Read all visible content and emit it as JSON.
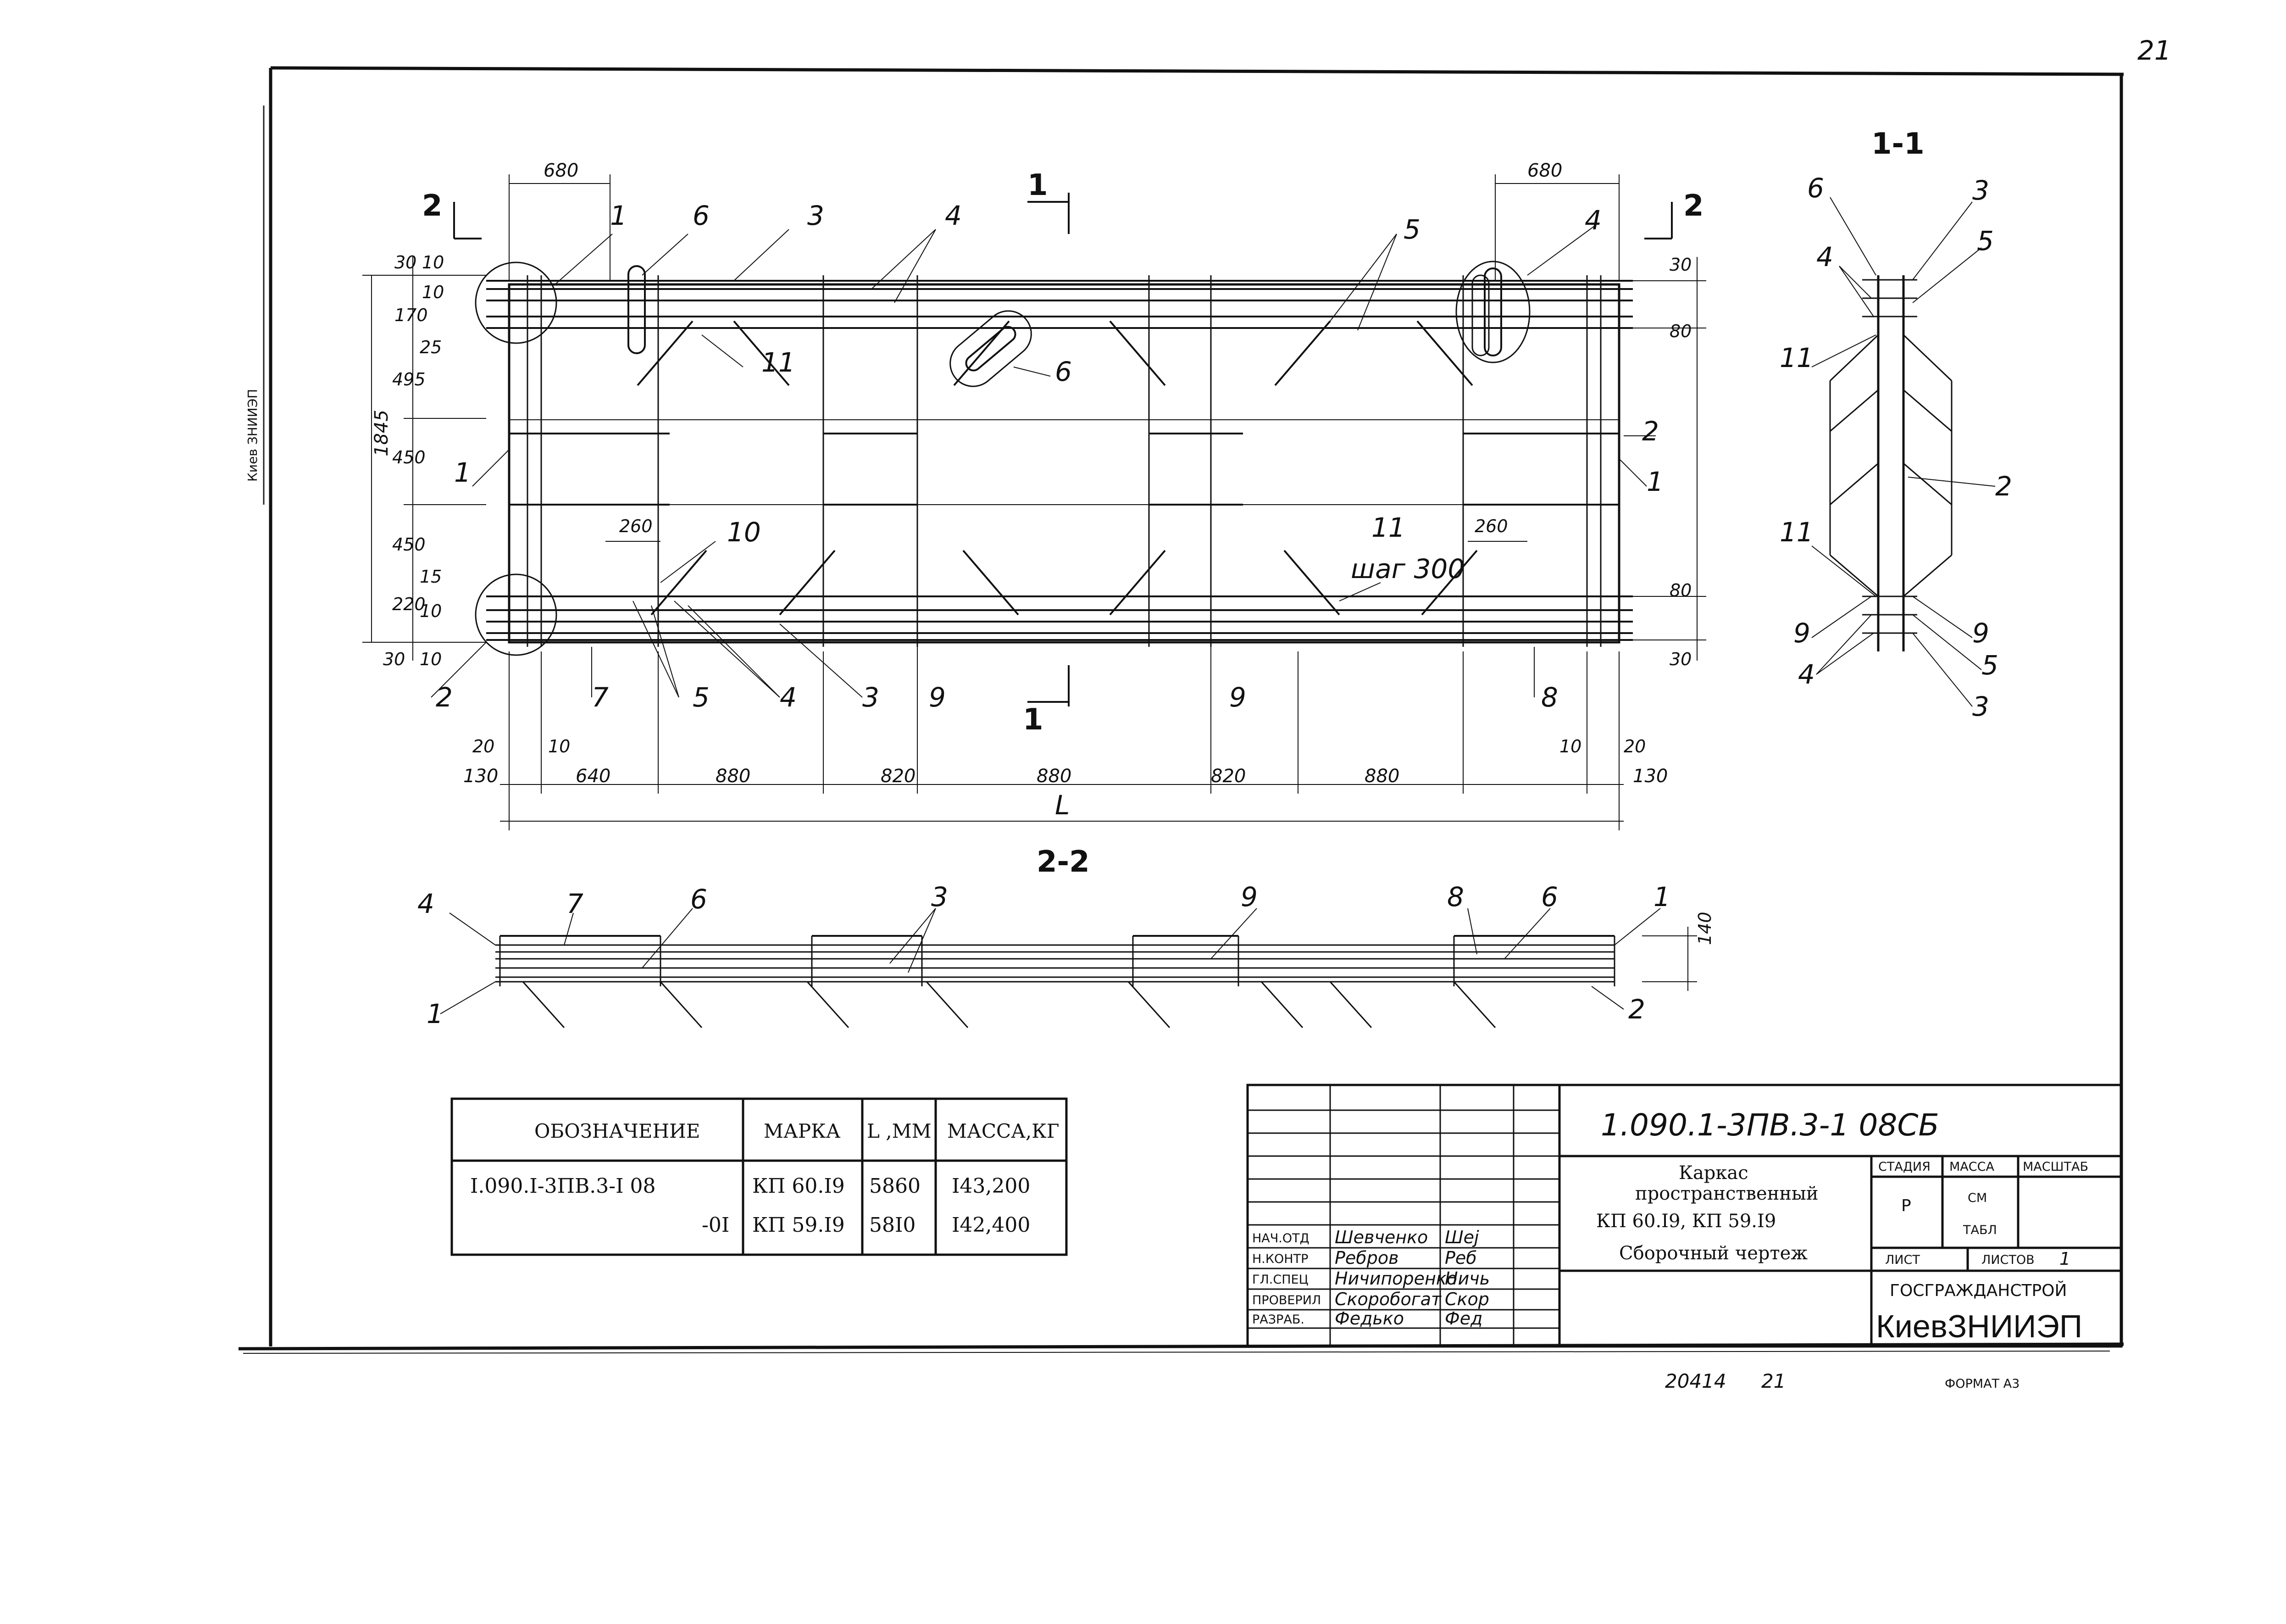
{
  "page_number": "21",
  "side_stamp": "Киев ЗНИИЭП",
  "section_cut_labels": {
    "plan_section_2_left": "2",
    "plan_section_2_right": "2",
    "plan_section_1_top": "1",
    "plan_section_1_bottom": "1"
  },
  "plan": {
    "top_dims": {
      "left": "680",
      "right": "680"
    },
    "left_dims": {
      "total": "1845",
      "v30a": "30",
      "v10a": "10",
      "v170": "170",
      "v10b": "10",
      "v25": "25",
      "v495": "495",
      "v450a": "450",
      "v450b": "450",
      "v220": "220",
      "v15": "15",
      "v10c": "10",
      "v10d": "10",
      "v30b": "30"
    },
    "right_dims": {
      "v30a": "30",
      "v80a": "80",
      "v80b": "80",
      "v30b": "30"
    },
    "inner_dims": {
      "d260_left": "260",
      "d260_right": "260",
      "step_label": "шаг 300"
    },
    "bottom_small": {
      "d20_left": "20",
      "d10_left": "10",
      "d10_right": "10",
      "d20_right": "20"
    },
    "bottom_dims": [
      "130",
      "640",
      "880",
      "820",
      "880",
      "820",
      "880",
      "130"
    ],
    "overall_dim": "L",
    "callouts": {
      "c1_top": "1",
      "c6_top": "6",
      "c3_top": "3",
      "c4_top": "4",
      "c5_top": "5",
      "c4_topright": "4",
      "c11": "11",
      "c6_mid": "6",
      "c2_right": "2",
      "c1_left": "1",
      "c1_right": "1",
      "c10": "10",
      "c11_right": "11",
      "c2_bottom": "2",
      "c7": "7",
      "c5_bottom": "5",
      "c4_bottom": "4",
      "c3_bottom": "3",
      "c9_a": "9",
      "c9_b": "9",
      "c8": "8"
    }
  },
  "section_1_1": {
    "title": "1-1",
    "callouts": {
      "c6": "6",
      "c3_top": "3",
      "c5_top": "5",
      "c4_top": "4",
      "c11_top": "11",
      "c2": "2",
      "c11_bottom": "11",
      "c9_left": "9",
      "c9_right": "9",
      "c4_bottom": "4",
      "c5_bottom": "5",
      "c3_bottom": "3"
    }
  },
  "section_2_2": {
    "title": "2-2",
    "callouts": {
      "c4": "4",
      "c7": "7",
      "c6_left": "6",
      "c3": "3",
      "c9": "9",
      "c8": "8",
      "c6_right": "6",
      "c1_right": "1",
      "c1_left": "1",
      "c2": "2"
    },
    "height_dim": "140"
  },
  "spec_table": {
    "headers": [
      "ОБОЗНАЧЕНИЕ",
      "МАРКА",
      "L ,ММ",
      "МАССА,КГ"
    ],
    "rows": [
      [
        "I.090.I-3ПВ.3-I 08",
        "КП 60.I9",
        "5860",
        "I43,200"
      ],
      [
        "-0I",
        "КП 59.I9",
        "58I0",
        "I42,400"
      ]
    ]
  },
  "title_block": {
    "doc_code": "1.090.1-3ПВ.3-1  08СБ",
    "title_lines": [
      "Каркас",
      "пространственный",
      "КП 60.I9, КП 59.I9",
      "Сборочный чертеж"
    ],
    "stage_headers": [
      "СТАДИЯ",
      "МАССА",
      "МАСШТАБ"
    ],
    "stage_values": [
      "Р",
      "СМ",
      "ТАБЛ"
    ],
    "sheet_label": "ЛИСТ",
    "sheets_label": "ЛИСТОВ",
    "sheets_value": "1",
    "org_line1": "ГОСГРАЖДАНСТРОЙ",
    "org_line2": "КиевЗНИИЭП",
    "signatures": [
      {
        "role": "НАЧ.ОТД",
        "name": "Шевченко",
        "sign": "Шеј"
      },
      {
        "role": "Н.КОНТР",
        "name": "Ребров",
        "sign": "Реб"
      },
      {
        "role": "ГЛ.СПЕЦ",
        "name": "Ничипоренко",
        "sign": "Ничь"
      },
      {
        "role": "ПРОВЕРИЛ",
        "name": "Скоробогат",
        "sign": "Скор"
      },
      {
        "role": "РАЗРАБ.",
        "name": "Федько",
        "sign": "Фед"
      }
    ]
  },
  "footer": {
    "inv": "20414",
    "page": "21",
    "format": "ФОРМАТ А3"
  }
}
